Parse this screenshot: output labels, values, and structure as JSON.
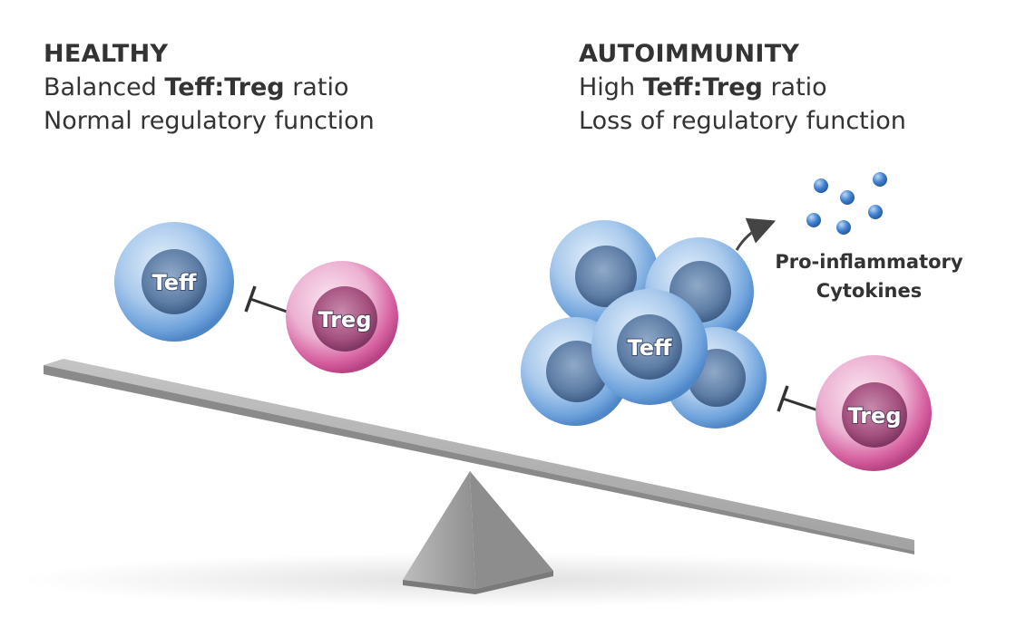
{
  "healthy": {
    "title": "HEALTHY",
    "line1_pre": "Balanced ",
    "line1_bold": "Teff:Treg",
    "line1_post": " ratio",
    "line2": "Normal regulatory function"
  },
  "autoimmunity": {
    "title": "AUTOIMMUNITY",
    "line1_pre": "High ",
    "line1_bold": "Teff:Treg",
    "line1_post": " ratio",
    "line2": "Loss of regulatory function"
  },
  "cells": {
    "teff_label": "Teff",
    "treg_label": "Treg"
  },
  "cytokines": {
    "line1": "Pro-inflammatory",
    "line2": "Cytokines"
  },
  "colors": {
    "teff_blue": "#6fa3dc",
    "treg_pink": "#d6609f",
    "seesaw_gray": "#9a9a9a",
    "cytokine_blue": "#3f7fcf"
  }
}
